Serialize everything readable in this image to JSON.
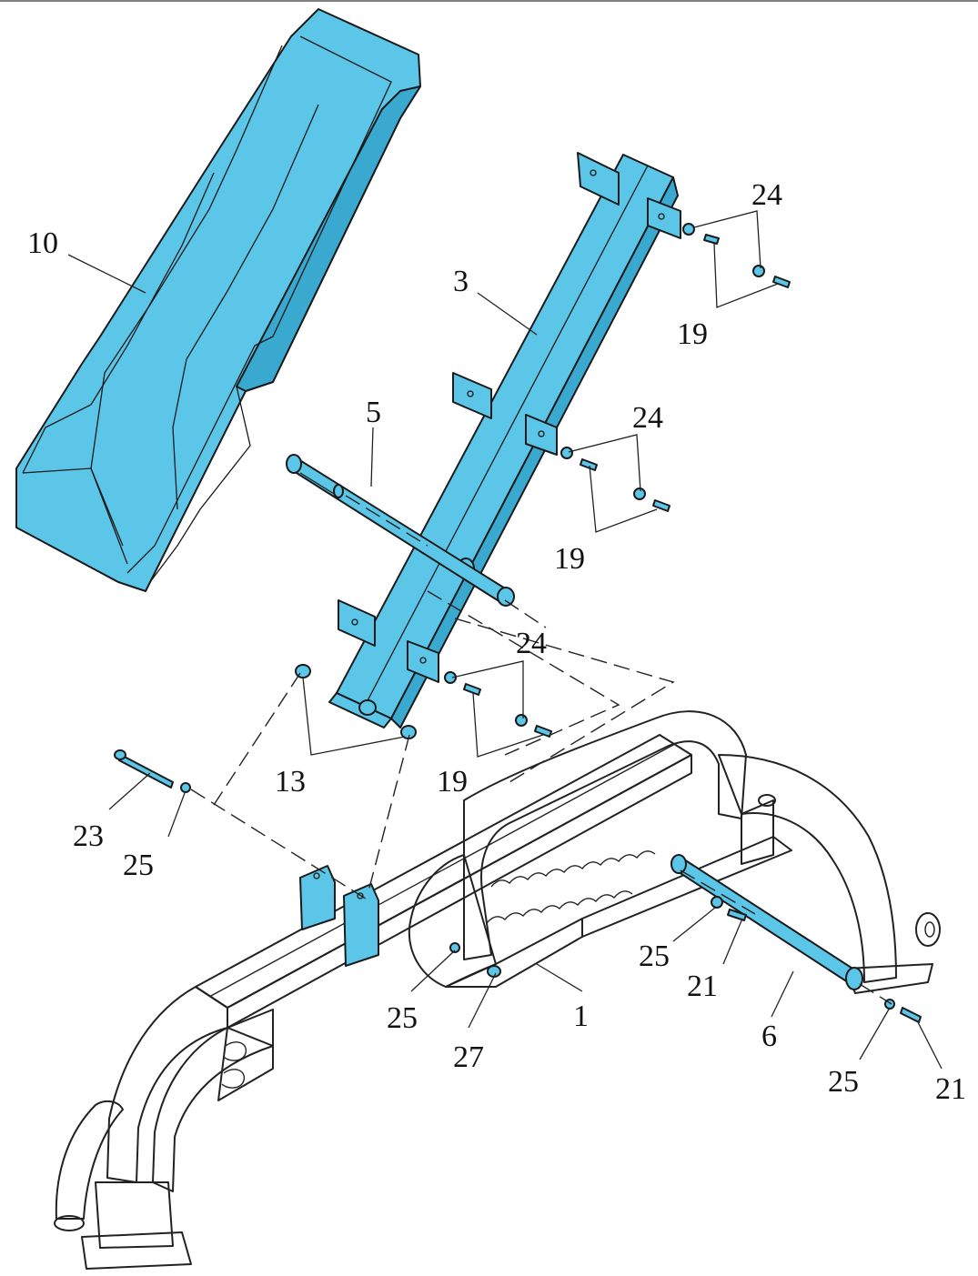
{
  "colors": {
    "part_fill": "#5bc6e8",
    "part_fill_dark": "#3aa9d0",
    "line": "#1a1a1a",
    "background": "#ffffff"
  },
  "callouts": [
    {
      "id": "c10",
      "label": "10"
    },
    {
      "id": "c3",
      "label": "3"
    },
    {
      "id": "c24a",
      "label": "24"
    },
    {
      "id": "c19a",
      "label": "19"
    },
    {
      "id": "c5",
      "label": "5"
    },
    {
      "id": "c24b",
      "label": "24"
    },
    {
      "id": "c19b",
      "label": "19"
    },
    {
      "id": "c24c",
      "label": "24"
    },
    {
      "id": "c13",
      "label": "13"
    },
    {
      "id": "c19c",
      "label": "19"
    },
    {
      "id": "c23",
      "label": "23"
    },
    {
      "id": "c25a",
      "label": "25"
    },
    {
      "id": "c25b",
      "label": "25"
    },
    {
      "id": "c21a",
      "label": "21"
    },
    {
      "id": "c25c",
      "label": "25"
    },
    {
      "id": "c27",
      "label": "27"
    },
    {
      "id": "c1",
      "label": "1"
    },
    {
      "id": "c6",
      "label": "6"
    },
    {
      "id": "c25d",
      "label": "25"
    },
    {
      "id": "c21b",
      "label": "21"
    }
  ]
}
